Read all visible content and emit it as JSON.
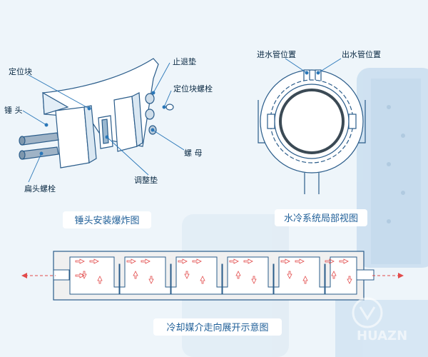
{
  "diagram_1": {
    "caption": "锤头安装爆炸图",
    "labels": {
      "positioning_block": "定位块",
      "hammer_head": "锤  头",
      "flat_bolt": "扁头螺栓",
      "stop_washer": "止退垫",
      "positioning_bolt": "定位块螺栓",
      "nut": "螺  母",
      "adjust_washer": "调整垫"
    }
  },
  "diagram_2": {
    "caption": "水冷系统局部视图",
    "labels": {
      "inlet": "进水管位置",
      "outlet": "出水管位置"
    }
  },
  "diagram_3": {
    "caption": "冷却媒介走向展开示意图"
  },
  "brand": {
    "logo_text": "HUAZN"
  },
  "colors": {
    "background": "#eef5fa",
    "line": "#2a5c8a",
    "label": "#0b2a44",
    "caption": "#1f5f98",
    "flow_arrow": "#e24b4b"
  }
}
